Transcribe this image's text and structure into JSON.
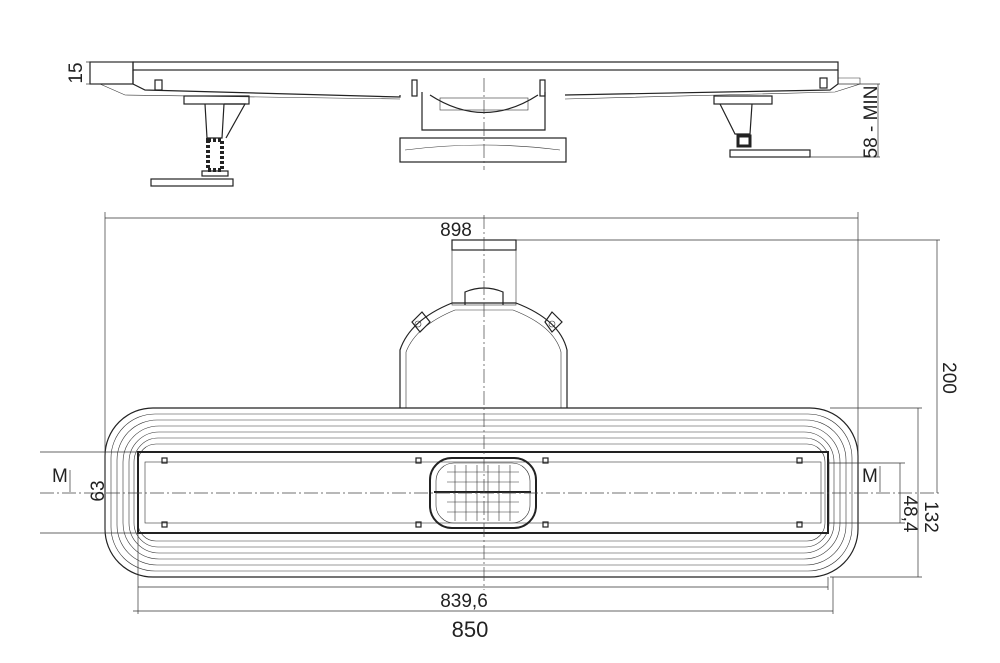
{
  "title": "Linear shower drain technical drawing",
  "side_view": {
    "dim_height_flange": "15",
    "dim_min_height": "58 - MIN"
  },
  "plan_view": {
    "dim_overall_width": "898",
    "dim_total_depth": "200",
    "dim_body_depth": "132",
    "dim_channel_opening": "48,4",
    "dim_channel_width": "63",
    "dim_inner_length": "839,6",
    "dim_length": "850",
    "marker_left": "M",
    "marker_right": "M"
  },
  "colors": {
    "line": "#222222",
    "background": "#ffffff"
  }
}
